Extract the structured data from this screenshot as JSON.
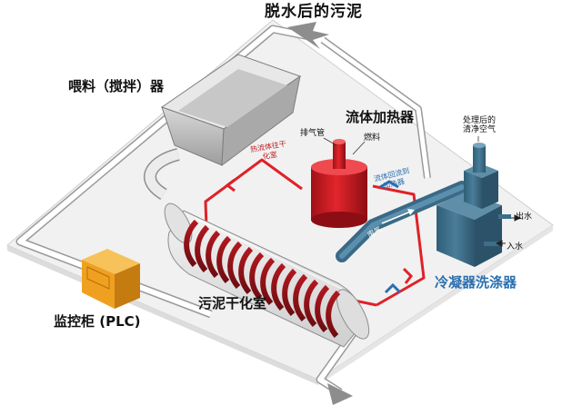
{
  "labels": {
    "dewatered_sludge": "脱水后的污泥",
    "feeder": "喂料（搅拌）器",
    "fluid_heater": "流体加热器",
    "exhaust_pipe": "排气管",
    "fuel": "燃料",
    "treated_air": "处理后的清净空气",
    "water_out": "出水",
    "water_in": "入水",
    "heat_fluid_to_dryer": "热流体往干化室",
    "fluid_return": "流体回流到加热器",
    "waste_gas": "废气",
    "condenser_washer": "冷凝器洗涤器",
    "control_cabinet": "监控柜 (PLC)",
    "sludge_dryer": "污泥干化室"
  },
  "colors": {
    "heater_red": "#d11f26",
    "coil_dark_red": "#8f1218",
    "pipe_red": "#e02128",
    "condenser_blue": "#3d6e8a",
    "cabinet_orange": "#f0a020",
    "hopper_gray": "#b9b9b9",
    "arrow_blue": "#2a6fb0"
  }
}
